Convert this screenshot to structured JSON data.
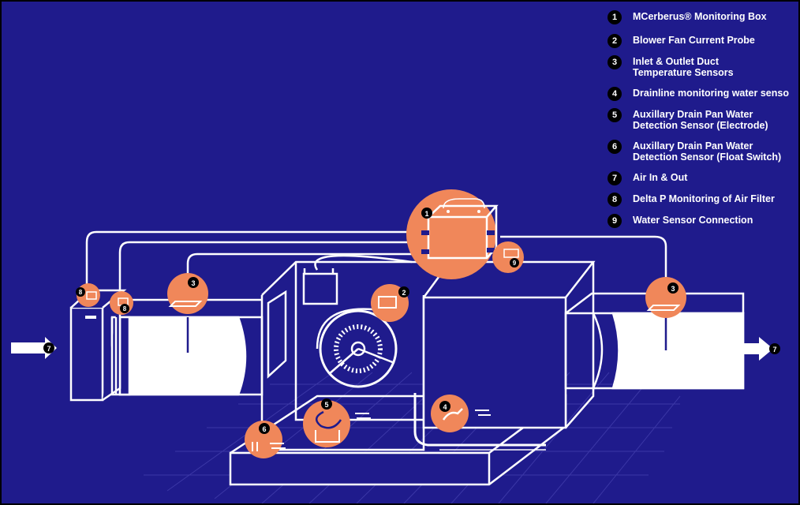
{
  "colors": {
    "background": "#1f1b8c",
    "line": "#ffffff",
    "callout": "#f0875a",
    "marker": "#000000"
  },
  "legend": {
    "items": [
      {
        "num": "1",
        "line1": "MCerberus® Monitoring Box",
        "line2": ""
      },
      {
        "num": "2",
        "line1": "Blower Fan Current Probe",
        "line2": ""
      },
      {
        "num": "3",
        "line1": "Inlet & Outlet Duct",
        "line2": "Temperature Sensors"
      },
      {
        "num": "4",
        "line1": "Drainline monitoring water senso",
        "line2": ""
      },
      {
        "num": "5",
        "line1": "Auxillary Drain Pan Water",
        "line2": "Detection Sensor (Electrode)"
      },
      {
        "num": "6",
        "line1": "Auxillary Drain Pan Water",
        "line2": "Detection Sensor (Float Switch)"
      },
      {
        "num": "7",
        "line1": "Air In & Out",
        "line2": ""
      },
      {
        "num": "8",
        "line1": "Delta P Monitoring of Air Filter",
        "line2": ""
      },
      {
        "num": "9",
        "line1": "Water Sensor Connection",
        "line2": ""
      }
    ]
  },
  "callouts": {
    "box": "1",
    "blower": "2",
    "inlet_temp": "3",
    "outlet_temp": "3",
    "drainline": "4",
    "electrode": "5",
    "float_switch": "6",
    "air_in": "7",
    "air_out": "7",
    "filter_dp": "8",
    "filter_dp2": "8",
    "water_conn": "9"
  }
}
